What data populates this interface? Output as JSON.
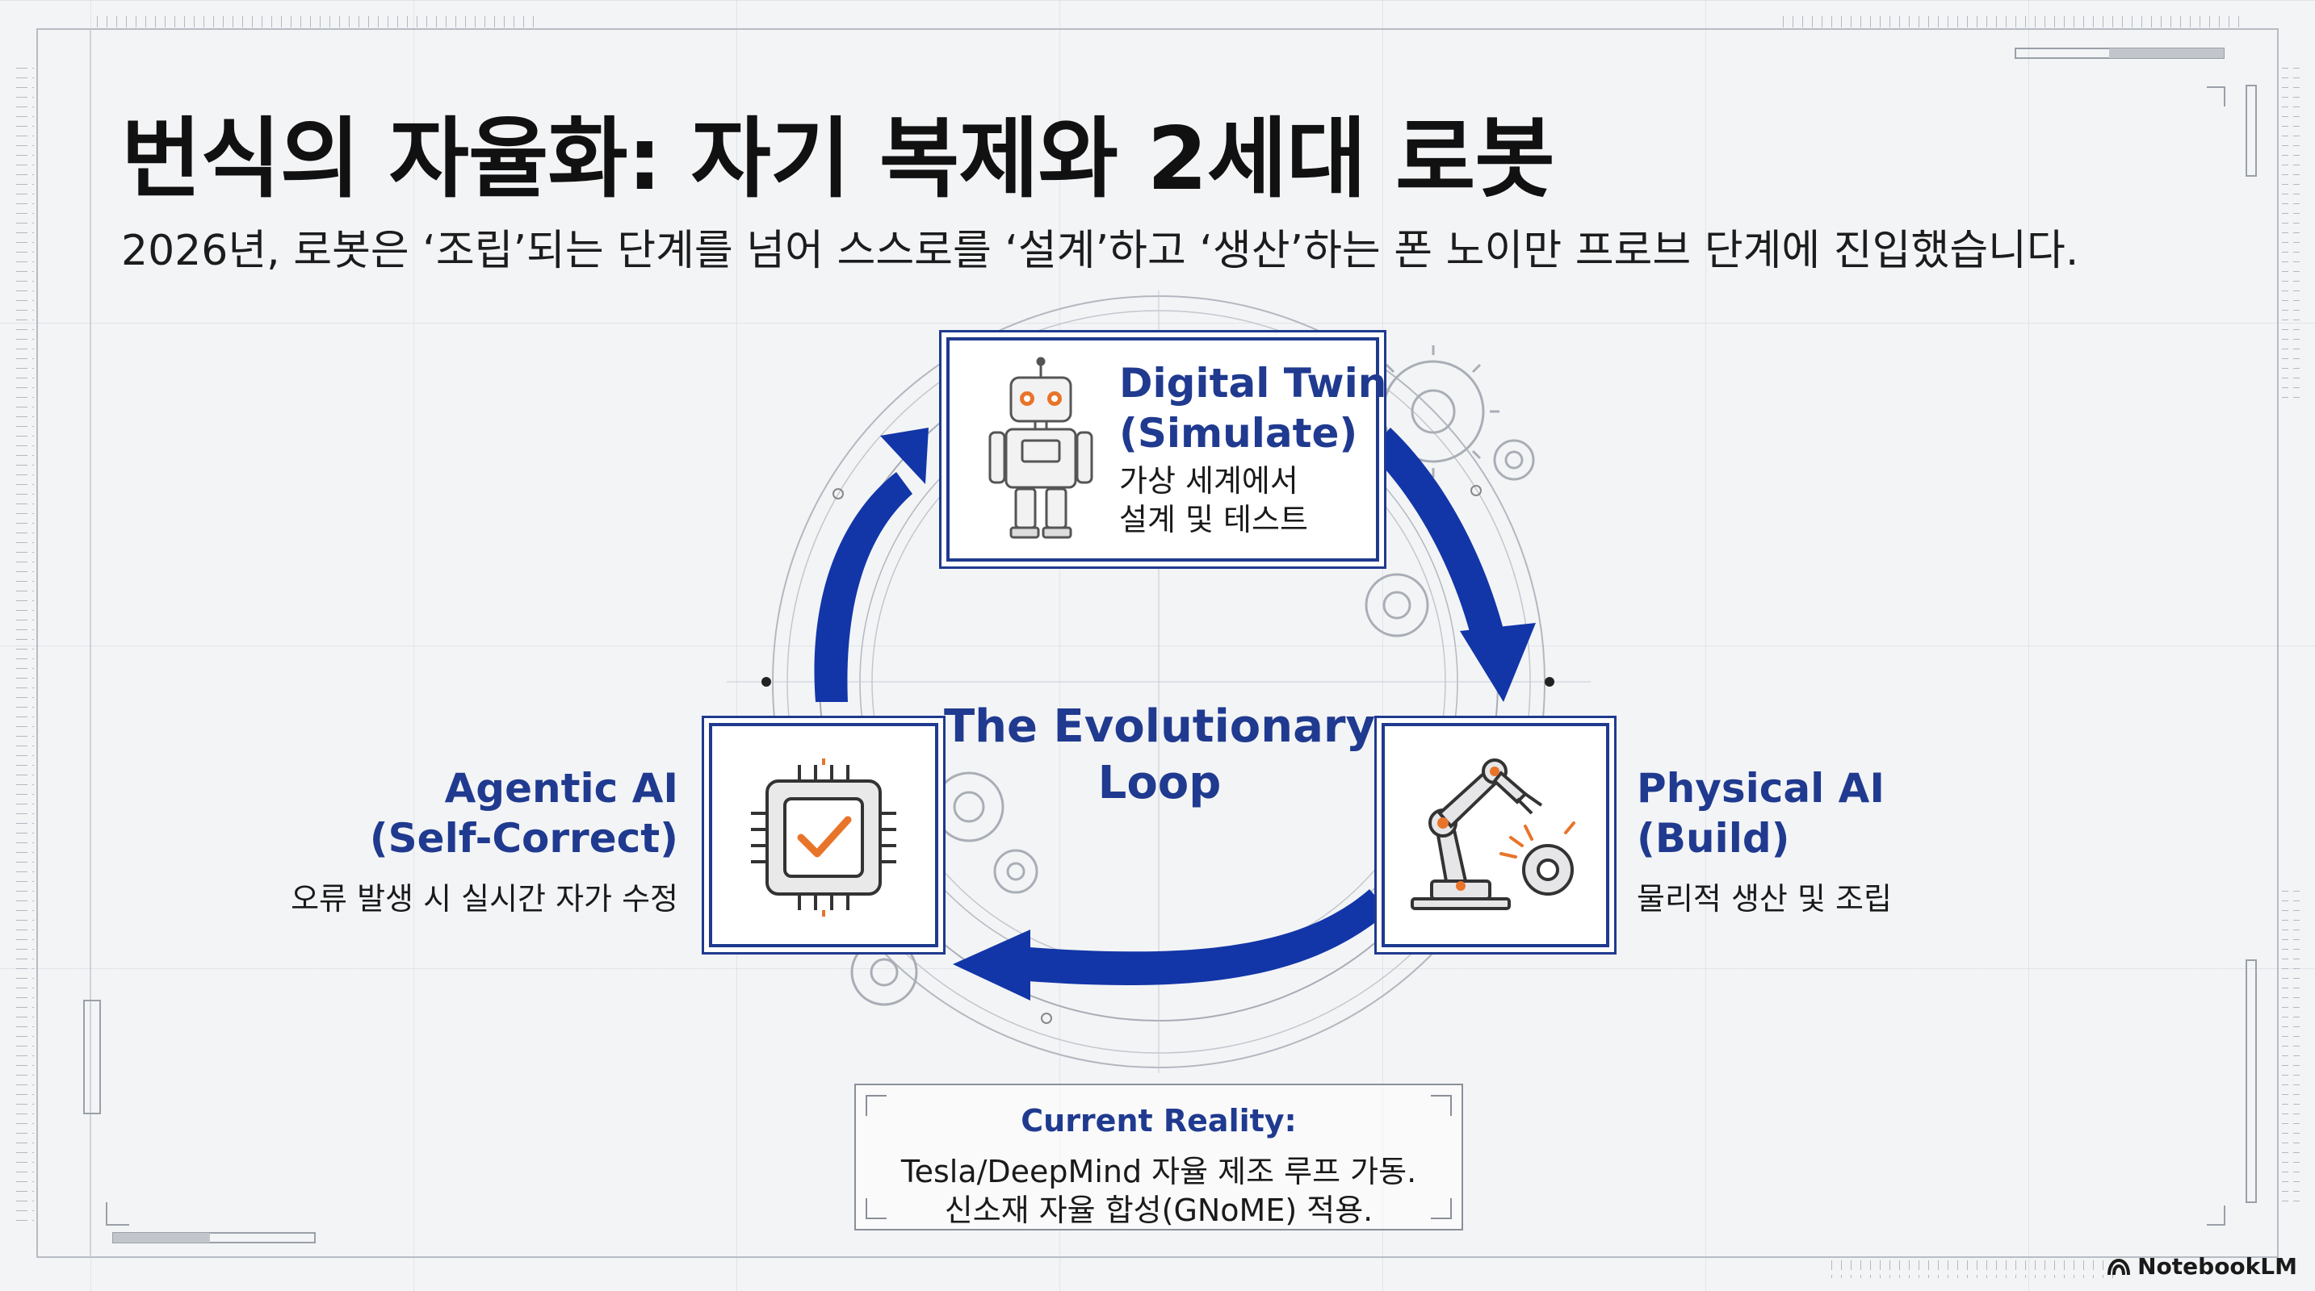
{
  "header": {
    "title": "번식의 자율화: 자기 복제와 2세대 로봇",
    "subtitle": "2026년, 로봇은 ‘조립’되는 단계를 넘어 스스로를 ‘설계’하고 ‘생산’하는 폰 노이만 프로브 단계에 진입했습니다."
  },
  "diagram": {
    "center_label": "The Evolutionary Loop",
    "nodes": {
      "digital_twin": {
        "title_line1": "Digital Twin",
        "title_line2": "(Simulate)",
        "desc_line1": "가상 세계에서",
        "desc_line2": "설계 및 테스트",
        "icon": "robot-icon"
      },
      "physical_ai": {
        "title_line1": "Physical AI",
        "title_line2": "(Build)",
        "desc": "물리적 생산 및 조립",
        "icon": "robot-arm-icon"
      },
      "agentic_ai": {
        "title_line1": "Agentic AI",
        "title_line2": "(Self-Correct)",
        "desc": "오류 발생 시 실시간 자가 수정",
        "icon": "chip-check-icon"
      }
    },
    "flow": [
      "digital_twin",
      "physical_ai",
      "agentic_ai",
      "digital_twin"
    ]
  },
  "reality": {
    "title": "Current Reality:",
    "line1": "Tesla/DeepMind 자율 제조 루프 가동.",
    "line2": "신소재 자율 합성(GNoME) 적용."
  },
  "branding": {
    "label": "NotebookLM",
    "icon": "notebooklm-logo-icon"
  },
  "colors": {
    "accent": "#1f3a8f",
    "arrow": "#1236a8",
    "icon_accent": "#e8742a",
    "background": "#f3f4f6"
  }
}
